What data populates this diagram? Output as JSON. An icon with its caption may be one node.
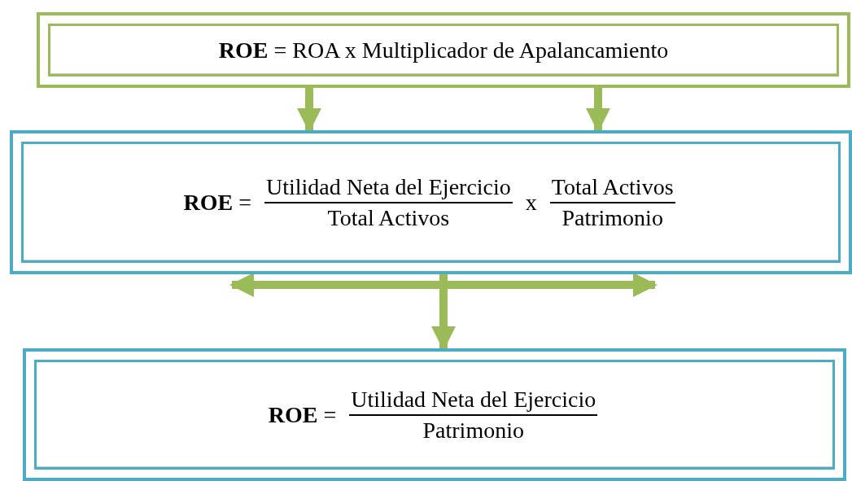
{
  "diagram": {
    "nodes": [
      {
        "text": [
          "**ROE** = ROA  x  Multiplicador de Apalancamiento"
        ]
      },
      {
        "text": [
          "**ROE** =",
          "Utilidad Neta del Ejercicio",
          "Total Activos",
          "x",
          "Total Activos",
          "Patrimonio"
        ]
      },
      {
        "text": [
          "**ROE** =",
          "Utilidad Neta del Ejercicio",
          "Patrimonio"
        ]
      }
    ],
    "edges": [
      {
        "from": 0,
        "to": 1,
        "arrow": "to"
      },
      {
        "from": 0,
        "to": 1,
        "arrow": "to"
      },
      {
        "from": 1,
        "to": 2,
        "arrow": "to"
      }
    ]
  }
}
